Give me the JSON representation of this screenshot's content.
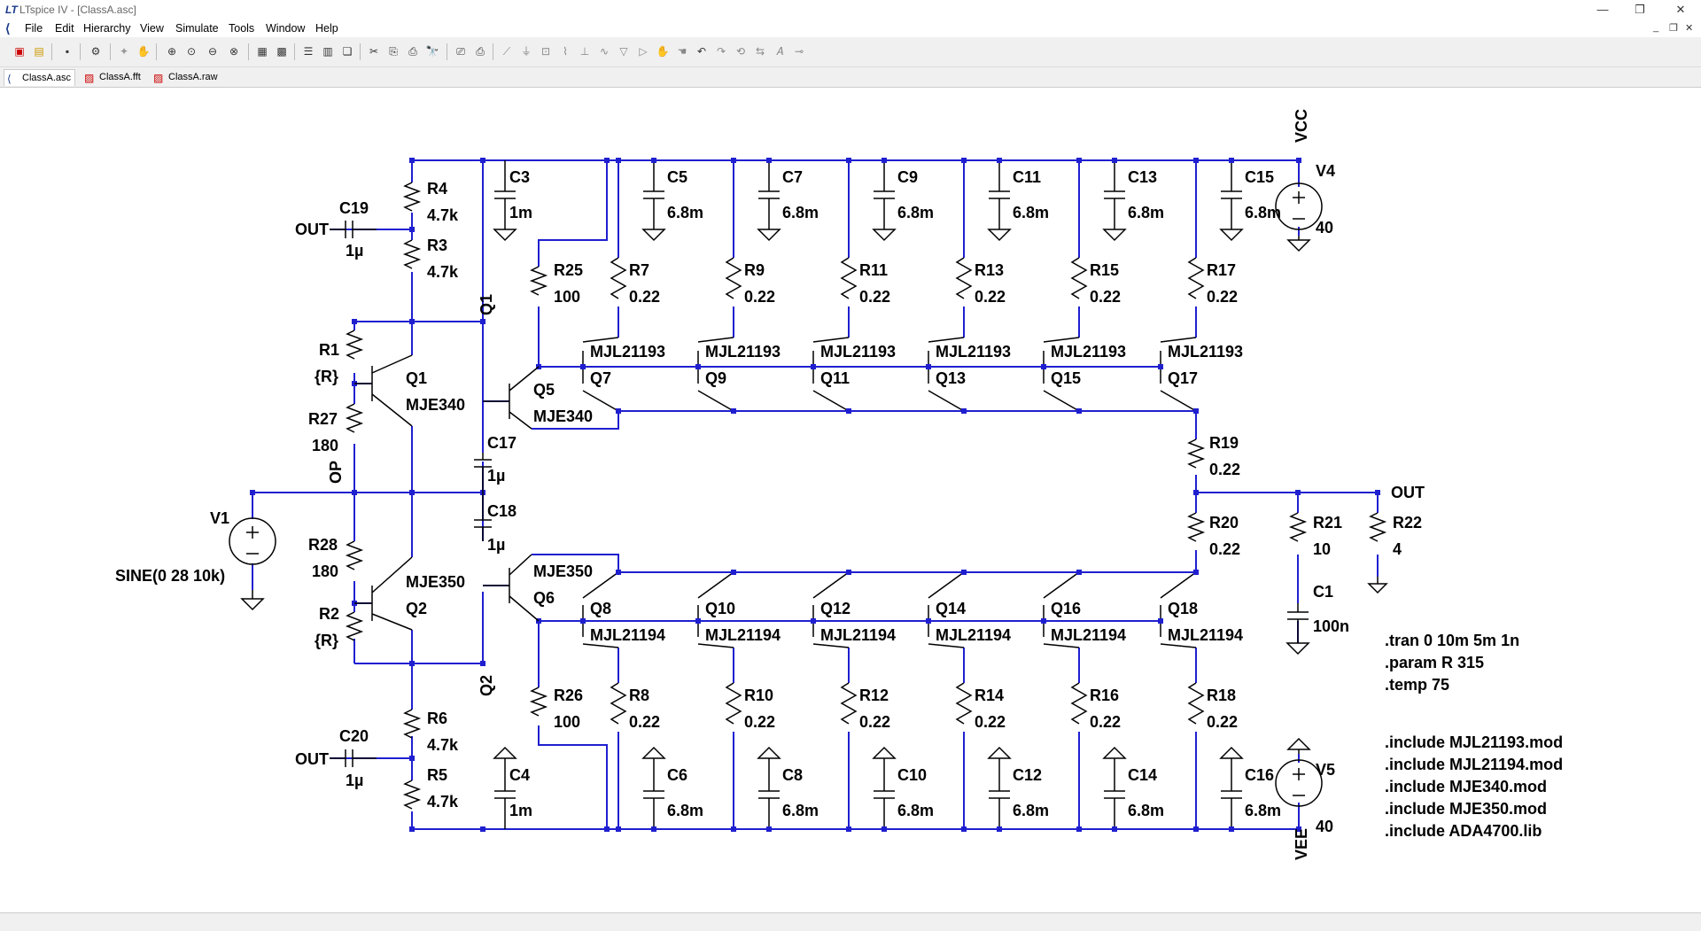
{
  "window": {
    "title": "LTspice IV - [ClassA.asc]",
    "logo": "LT"
  },
  "menu": [
    "File",
    "Edit",
    "Hierarchy",
    "View",
    "Simulate",
    "Tools",
    "Window",
    "Help"
  ],
  "tabs": [
    {
      "label": "ClassA.asc",
      "icon": "schematic-icon",
      "active": true
    },
    {
      "label": "ClassA.fft",
      "icon": "waveform-icon",
      "active": false
    },
    {
      "label": "ClassA.raw",
      "icon": "waveform-icon",
      "active": false
    }
  ],
  "colors": {
    "wire": "#1f1fd0",
    "junction": "#1f1fd0",
    "text": "#000000"
  },
  "schematic": {
    "labels": {
      "vcc": "VCC",
      "vee": "VEE",
      "out": "OUT",
      "op": "OP",
      "q1_net": "Q1",
      "q2_net": "Q2",
      "v4": "V4",
      "v4_val": "40",
      "v5": "V5",
      "v5_val": "40",
      "v1": "V1",
      "v1_val": "SINE(0 28 10k)",
      "c19": "C19",
      "c19_val": "1µ",
      "c20": "C20",
      "c20_val": "1µ",
      "out_c19": "OUT",
      "out_c20": "OUT",
      "r4": "R4",
      "r4_val": "4.7k",
      "r3": "R3",
      "r3_val": "4.7k",
      "r6": "R6",
      "r6_val": "4.7k",
      "r5": "R5",
      "r5_val": "4.7k",
      "c3": "C3",
      "c3_val": "1m",
      "c4": "C4",
      "c4_val": "1m",
      "r1": "R1",
      "r1_val": "{R}",
      "r2": "R2",
      "r2_val": "{R}",
      "r27": "R27",
      "r27_val": "180",
      "r28": "R28",
      "r28_val": "180",
      "q1": "Q1",
      "q1_val": "MJE340",
      "q2": "Q2",
      "q2_val": "MJE350",
      "c17": "C17",
      "c17_val": "1µ",
      "c18": "C18",
      "c18_val": "1µ",
      "r25": "R25",
      "r25_val": "100",
      "r26": "R26",
      "r26_val": "100",
      "q5": "Q5",
      "q5_val": "MJE340",
      "q6": "Q6",
      "q6_val": "MJE350",
      "r19": "R19",
      "r19_val": "0.22",
      "r20": "R20",
      "r20_val": "0.22",
      "r21": "R21",
      "r21_val": "10",
      "r22": "R22",
      "r22_val": "4",
      "c1": "C1",
      "c1_val": "100n"
    },
    "top_caps": [
      {
        "name": "C5",
        "value": "6.8m"
      },
      {
        "name": "C7",
        "value": "6.8m"
      },
      {
        "name": "C9",
        "value": "6.8m"
      },
      {
        "name": "C11",
        "value": "6.8m"
      },
      {
        "name": "C13",
        "value": "6.8m"
      },
      {
        "name": "C15",
        "value": "6.8m"
      }
    ],
    "bottom_caps": [
      {
        "name": "C6",
        "value": "6.8m"
      },
      {
        "name": "C8",
        "value": "6.8m"
      },
      {
        "name": "C10",
        "value": "6.8m"
      },
      {
        "name": "C12",
        "value": "6.8m"
      },
      {
        "name": "C14",
        "value": "6.8m"
      },
      {
        "name": "C16",
        "value": "6.8m"
      }
    ],
    "top_resistors": [
      {
        "name": "R7",
        "value": "0.22"
      },
      {
        "name": "R9",
        "value": "0.22"
      },
      {
        "name": "R11",
        "value": "0.22"
      },
      {
        "name": "R13",
        "value": "0.22"
      },
      {
        "name": "R15",
        "value": "0.22"
      },
      {
        "name": "R17",
        "value": "0.22"
      }
    ],
    "bottom_resistors": [
      {
        "name": "R8",
        "value": "0.22"
      },
      {
        "name": "R10",
        "value": "0.22"
      },
      {
        "name": "R12",
        "value": "0.22"
      },
      {
        "name": "R14",
        "value": "0.22"
      },
      {
        "name": "R16",
        "value": "0.22"
      },
      {
        "name": "R18",
        "value": "0.22"
      }
    ],
    "top_transistors": [
      {
        "name": "Q7",
        "model": "MJL21193"
      },
      {
        "name": "Q9",
        "model": "MJL21193"
      },
      {
        "name": "Q11",
        "model": "MJL21193"
      },
      {
        "name": "Q13",
        "model": "MJL21193"
      },
      {
        "name": "Q15",
        "model": "MJL21193"
      },
      {
        "name": "Q17",
        "model": "MJL21193"
      }
    ],
    "bottom_transistors": [
      {
        "name": "Q8",
        "model": "MJL21194"
      },
      {
        "name": "Q10",
        "model": "MJL21194"
      },
      {
        "name": "Q12",
        "model": "MJL21194"
      },
      {
        "name": "Q14",
        "model": "MJL21194"
      },
      {
        "name": "Q16",
        "model": "MJL21194"
      },
      {
        "name": "Q18",
        "model": "MJL21194"
      }
    ],
    "directives": [
      ".tran 0 10m 5m 1n",
      ".param R 315",
      ".temp 75",
      ".include MJL21193.mod",
      ".include MJL21194.mod",
      ".include MJE340.mod",
      ".include MJE350.mod",
      ".include ADA4700.lib"
    ]
  }
}
